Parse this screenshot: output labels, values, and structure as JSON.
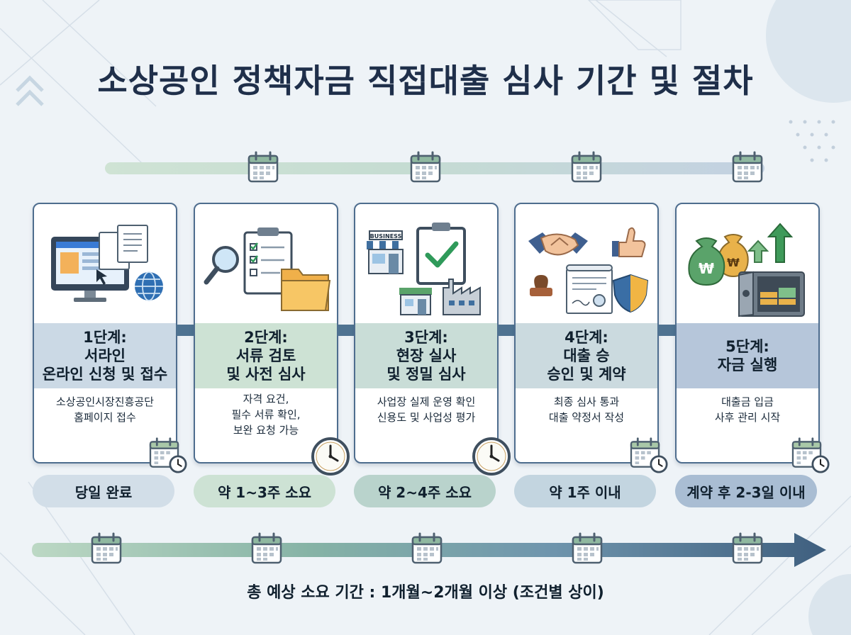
{
  "title": "소상공인 정책자금 직접대출 심사 기간 및 절차",
  "steps": [
    {
      "step_label": "1단계:",
      "name_lines": [
        "서라인",
        "온라인 신청 및 접수"
      ],
      "desc_lines": [
        "소상공인시장진흥공단",
        "홈페이지 접수"
      ],
      "duration": "당일 완료"
    },
    {
      "step_label": "2단계:",
      "name_lines": [
        "서류 검토",
        "및 사전 심사"
      ],
      "desc_lines": [
        "자격 요건,",
        "필수 서류 확인,",
        "보완 요청 가능"
      ],
      "duration": "약 1~3주 소요"
    },
    {
      "step_label": "3단계:",
      "name_lines": [
        "현장 실사",
        "및 정밀 심사"
      ],
      "desc_lines": [
        "사업장 실제 운영 확인",
        "신용도 및 사업성 평가"
      ],
      "duration": "약 2~4주 소요"
    },
    {
      "step_label": "4단계:",
      "name_lines": [
        "대출 승",
        "승인 및 계약"
      ],
      "desc_lines": [
        "최종 심사 통과",
        "대출 약정서 작성"
      ],
      "duration": "약 1주 이내"
    },
    {
      "step_label": "5단계:",
      "name_lines": [
        "자금 실행"
      ],
      "desc_lines": [
        "대출금 입금",
        "사후 관리 시작"
      ],
      "duration": "계약 후 2-3일 이내"
    }
  ],
  "illustration_text": {
    "shop_sign": "BUSINESS",
    "currency_symbol": "₩"
  },
  "footer": "총 예상 소요 기간 : 1개월~2개월 이상 (조건별 상이)",
  "colors": {
    "title": "#1f2f4a",
    "card_border": "#4e6d8e",
    "arrow": "#4f7391",
    "pill_1": "#d2dee8",
    "pill_2": "#cde2d4",
    "pill_3": "#b9d3cc",
    "pill_4": "#c3d5e0",
    "pill_5": "#a9bdd3",
    "timeline_end": "#3f5f7f"
  },
  "icons": {
    "calendar": "calendar-icon",
    "clock": "clock-icon",
    "arrow": "arrow-right-icon",
    "step_illustrations": [
      "computer-documents-globe-icon",
      "magnifier-clipboard-folder-icon",
      "store-checklist-factory-icon",
      "handshake-contract-shield-icon",
      "money-bags-safe-growth-icon"
    ]
  }
}
